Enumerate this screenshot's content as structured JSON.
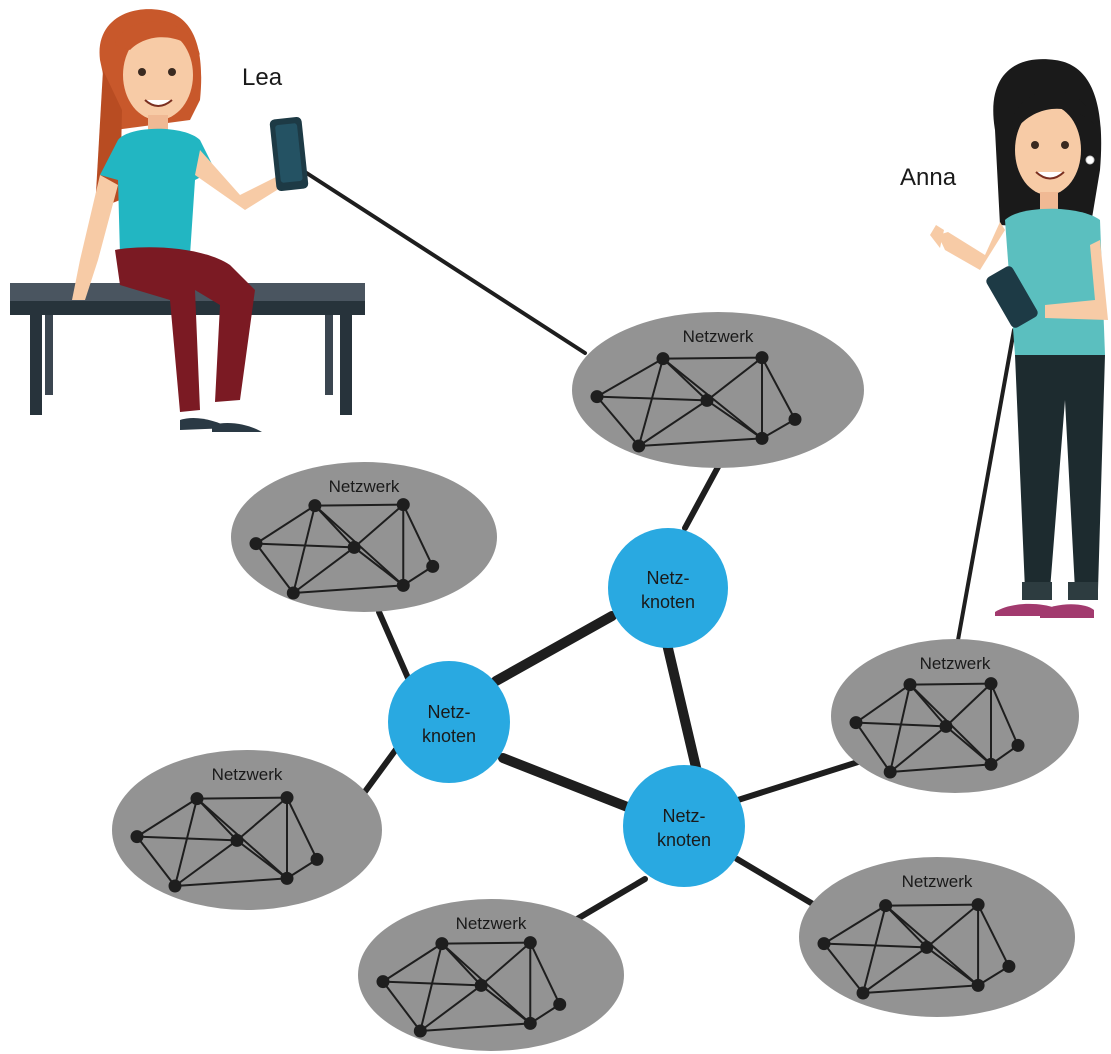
{
  "people": {
    "lea": {
      "name": "Lea"
    },
    "anna": {
      "name": "Anna"
    }
  },
  "network_label": "Netzwerk",
  "node_label": {
    "line1": "Netz-",
    "line2": "knoten"
  },
  "colors": {
    "network_fill": "#939393",
    "node_fill": "#29a9e1",
    "node_text": "#1a1a1a",
    "link": "#1e1e1e",
    "dot": "#1e1e1e",
    "hair_lea": "#c8582b",
    "hair_anna": "#1a1a1a",
    "shirt": "#22b6c2",
    "shirt_anna": "#5bbfbf",
    "pants_lea": "#7b1a23",
    "pants_anna": "#1d2b2f",
    "skin": "#f7cba6",
    "bench": "#4a5560",
    "bench_dark": "#27333b",
    "phone": "#1d3a45"
  }
}
